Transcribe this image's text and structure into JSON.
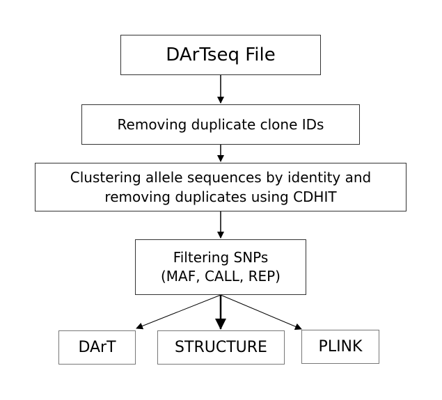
{
  "diagram": {
    "nodes": {
      "source": {
        "label": "DArTseq File"
      },
      "dedup_clones": {
        "label": "Removing duplicate clone IDs"
      },
      "cluster": {
        "label": "Clustering allele sequences by identity and\nremoving duplicates using CDHIT"
      },
      "filter": {
        "label": "Filtering SNPs\n(MAF, CALL, REP)"
      },
      "out_dart": {
        "label": "DArT"
      },
      "out_structure": {
        "label": "STRUCTURE"
      },
      "out_plink": {
        "label": "PLINK"
      }
    },
    "edges": [
      {
        "from": "source",
        "to": "dedup_clones"
      },
      {
        "from": "dedup_clones",
        "to": "cluster"
      },
      {
        "from": "cluster",
        "to": "filter"
      },
      {
        "from": "filter",
        "to": "out_dart"
      },
      {
        "from": "filter",
        "to": "out_structure"
      },
      {
        "from": "filter",
        "to": "out_plink"
      }
    ],
    "colors": {
      "border": "#333333",
      "output_border": "#777777",
      "arrow": "#000000"
    }
  }
}
